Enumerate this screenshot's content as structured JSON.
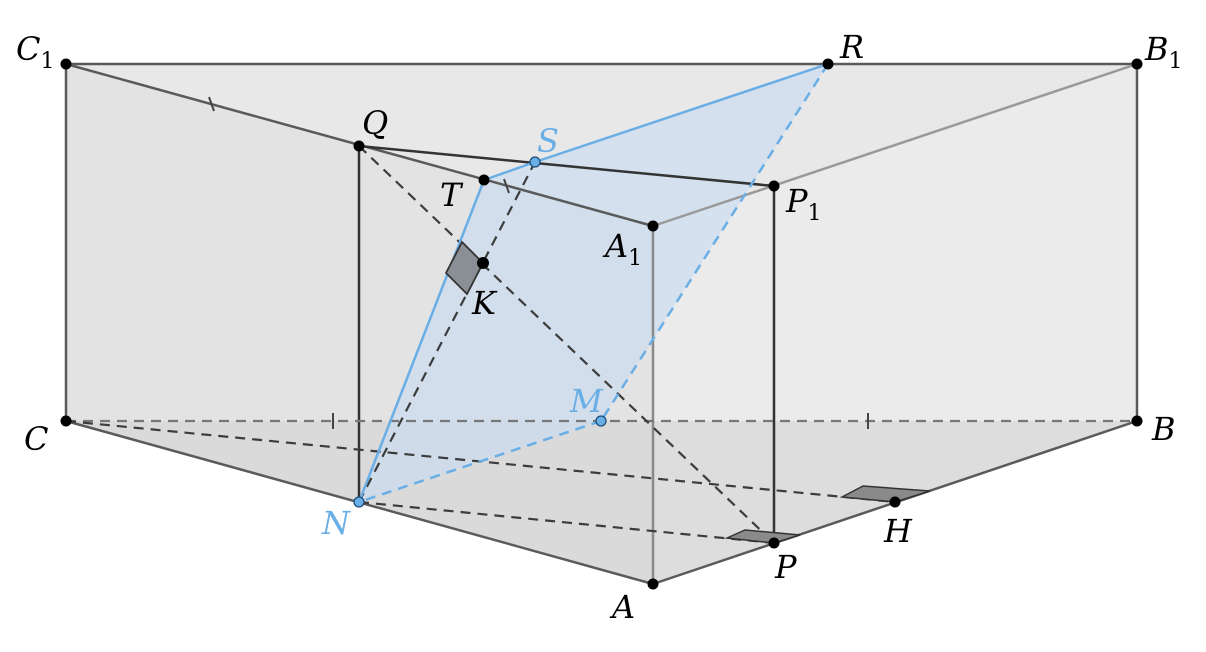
{
  "figure": {
    "type": "geometry-diagram",
    "labels": {
      "C1": "C",
      "C1_sub": "1",
      "R": "R",
      "B1": "B",
      "B1_sub": "1",
      "Q": "Q",
      "S": "S",
      "T": "T",
      "P1": "P",
      "P1_sub": "1",
      "A1": "A",
      "A1_sub": "1",
      "K": "K",
      "M": "M",
      "C": "C",
      "B": "B",
      "N": "N",
      "H": "H",
      "P": "P",
      "A": "A"
    },
    "colors": {
      "edge": "#555555",
      "hidden": "#444444",
      "highlight": "#6aaee6",
      "point": "#000000",
      "point_blue": "#6aaee6",
      "face_fill": "#d6d6d6",
      "plane_fill": "#c9dcf0"
    }
  }
}
